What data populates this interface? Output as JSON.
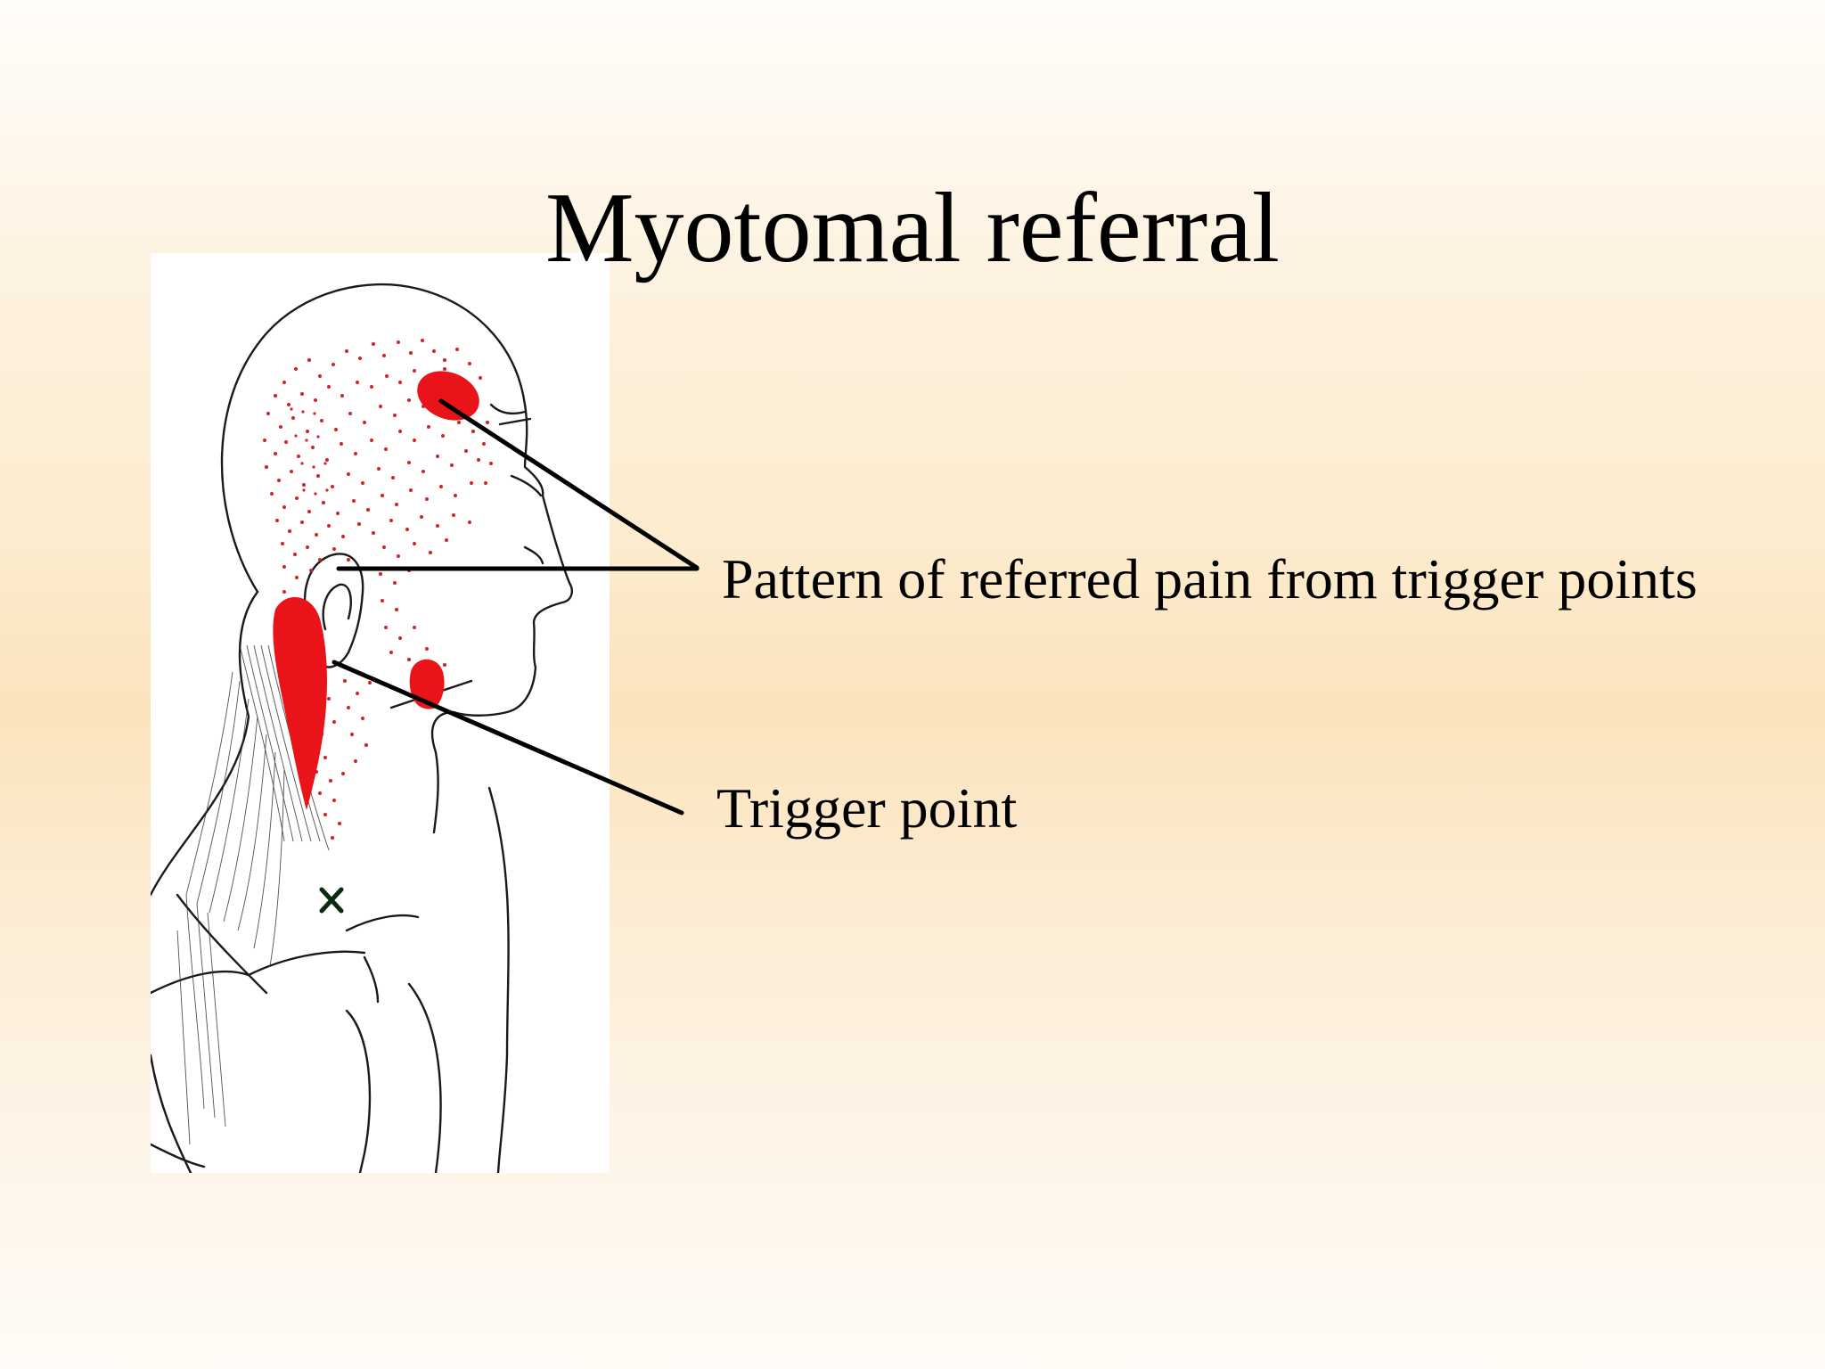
{
  "slide": {
    "title": "Myotomal referral"
  },
  "labels": {
    "pattern": "Pattern of referred pain from trigger points",
    "trigger": "Trigger point"
  },
  "colors": {
    "pain": "#e8141a",
    "stipple": "#d81e28",
    "line": "#000000",
    "outline": "#1a1a1a"
  }
}
